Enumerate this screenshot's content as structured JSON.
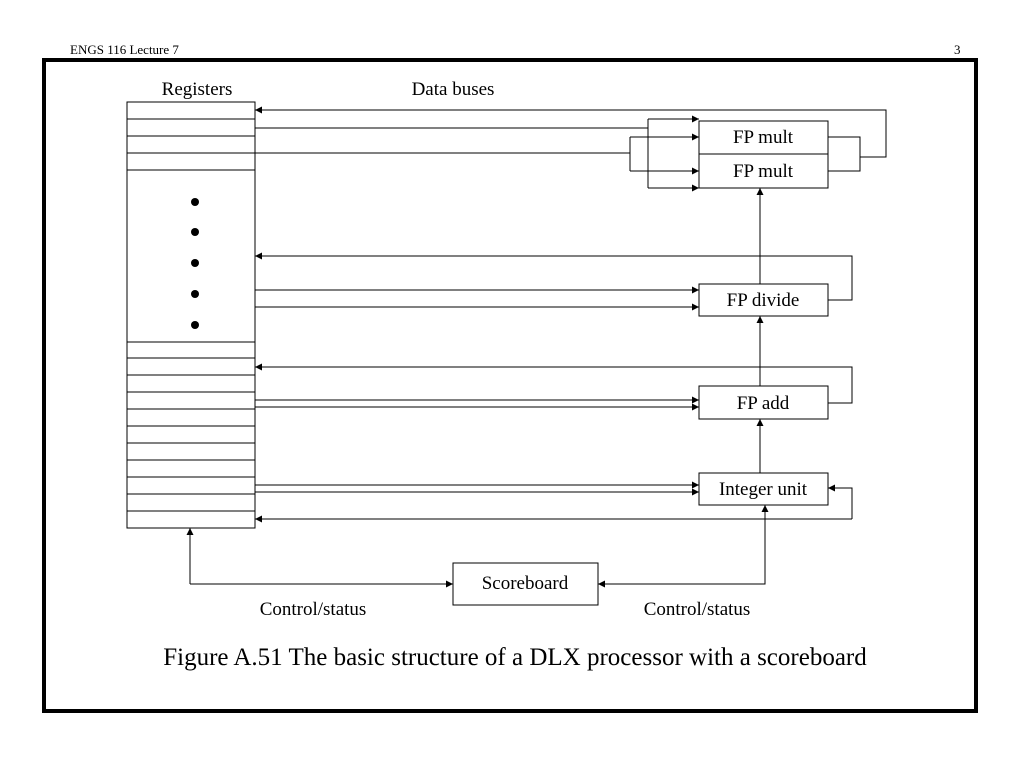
{
  "header": {
    "course": "ENGS 116  Lecture 7",
    "page_number": "3"
  },
  "diagram": {
    "registers_label": "Registers",
    "data_buses_label": "Data buses",
    "units": {
      "fp_mult_1": "FP mult",
      "fp_mult_2": "FP mult",
      "fp_divide": "FP divide",
      "fp_add": "FP add",
      "integer_unit": "Integer unit"
    },
    "scoreboard": "Scoreboard",
    "control_status_left": "Control/status",
    "control_status_right": "Control/status"
  },
  "caption": "Figure A.51  The basic structure of a DLX processor with a scoreboard"
}
